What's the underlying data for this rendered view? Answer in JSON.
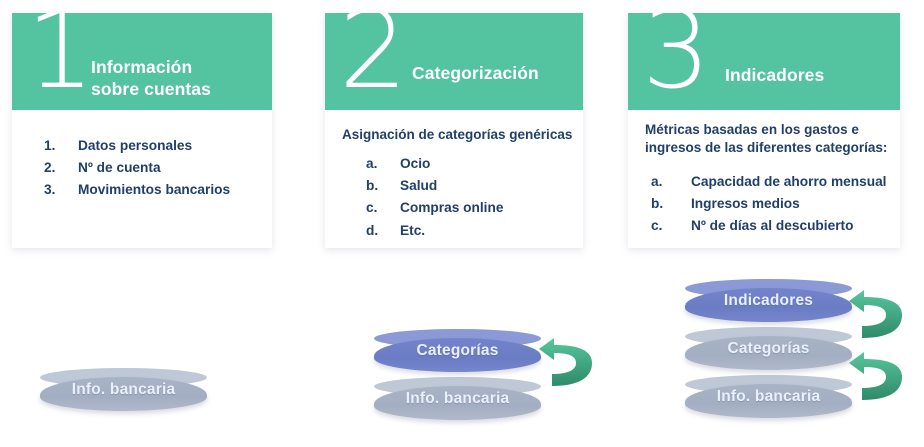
{
  "cards": [
    {
      "number": "1",
      "title": "Información\nsobre cuentas",
      "title_line1": "Información",
      "title_line2": "sobre cuentas",
      "intro": "",
      "items": [
        {
          "marker": "1.",
          "text": "Datos personales"
        },
        {
          "marker": "2.",
          "text": "Nº de cuenta"
        },
        {
          "marker": "3.",
          "text": "Movimientos bancarios"
        }
      ]
    },
    {
      "number": "2",
      "title": "Categorización",
      "intro": "Asignación de categorías genéricas",
      "items": [
        {
          "marker": "a.",
          "text": "Ocio"
        },
        {
          "marker": "b.",
          "text": "Salud"
        },
        {
          "marker": "c.",
          "text": "Compras online"
        },
        {
          "marker": "d.",
          "text": "Etc."
        }
      ]
    },
    {
      "number": "3",
      "title": "Indicadores",
      "intro_line1": "Métricas basadas en los gastos e",
      "intro_line2": "ingresos de las diferentes categorías:",
      "items": [
        {
          "marker": "a.",
          "text": "Capacidad de ahorro mensual"
        },
        {
          "marker": "b.",
          "text": "Ingresos medios"
        },
        {
          "marker": "c.",
          "text": "Nº de días al descubierto"
        }
      ]
    }
  ],
  "stacks": [
    {
      "name": "stack-1",
      "layers": [
        {
          "label": "Info. bancaria",
          "variant": "gray"
        }
      ],
      "arrows": 0
    },
    {
      "name": "stack-2",
      "layers": [
        {
          "label": "Categorías",
          "variant": "blue"
        },
        {
          "label": "Info. bancaria",
          "variant": "gray"
        }
      ],
      "arrows": 1
    },
    {
      "name": "stack-3",
      "layers": [
        {
          "label": "Indicadores",
          "variant": "blue"
        },
        {
          "label": "Categorías",
          "variant": "gray"
        },
        {
          "label": "Info. bancaria",
          "variant": "gray"
        }
      ],
      "arrows": 2
    }
  ],
  "icons": {
    "curved_arrow": "curved-loop-arrow-icon"
  },
  "colors": {
    "header_green": "#54c3a0",
    "arrow_green_light": "#56c49c",
    "arrow_green_dark": "#2f8a6a",
    "text_navy": "#213f68",
    "cylinder_blue": "#6a7cc4",
    "cylinder_gray": "#a4aec2",
    "card_white": "#ffffff"
  }
}
